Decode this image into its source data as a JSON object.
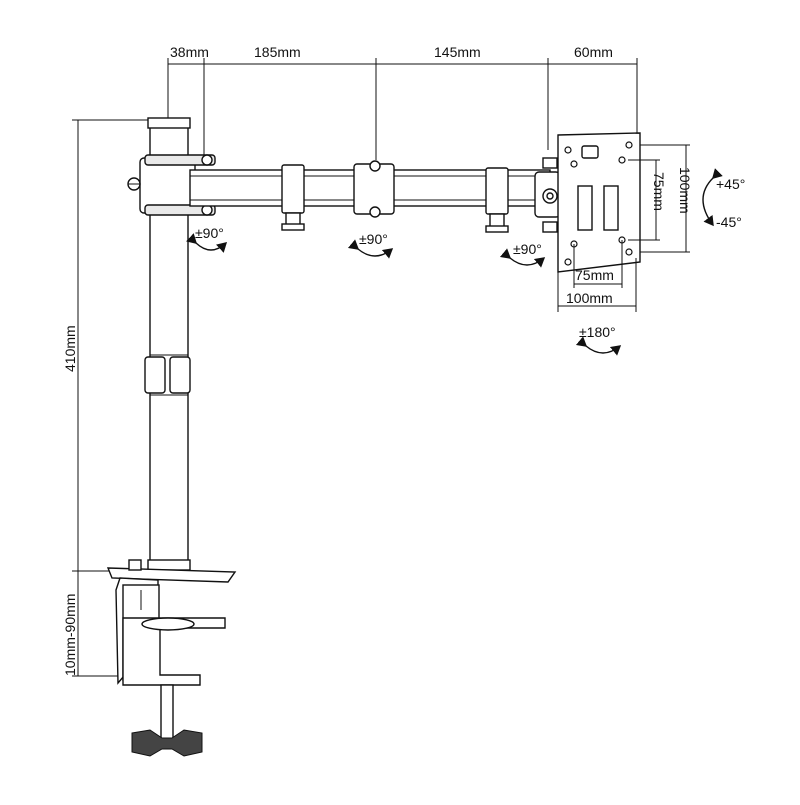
{
  "dimensions": {
    "top_38": "38mm",
    "top_185": "185mm",
    "top_145": "145mm",
    "top_60": "60mm",
    "height_410": "410mm",
    "clamp_range": "10mm-90mm",
    "vesa_v_75": "75mm",
    "vesa_v_100": "100mm",
    "vesa_h_75": "75mm",
    "vesa_h_100": "100mm"
  },
  "rotations": {
    "joint_1": "±90°",
    "joint_2": "±90°",
    "joint_3": "±90°",
    "rotate": "±180°",
    "tilt_up": "+45°",
    "tilt_down": "-45°"
  },
  "colors": {
    "line": "#111111",
    "background": "#ffffff"
  }
}
